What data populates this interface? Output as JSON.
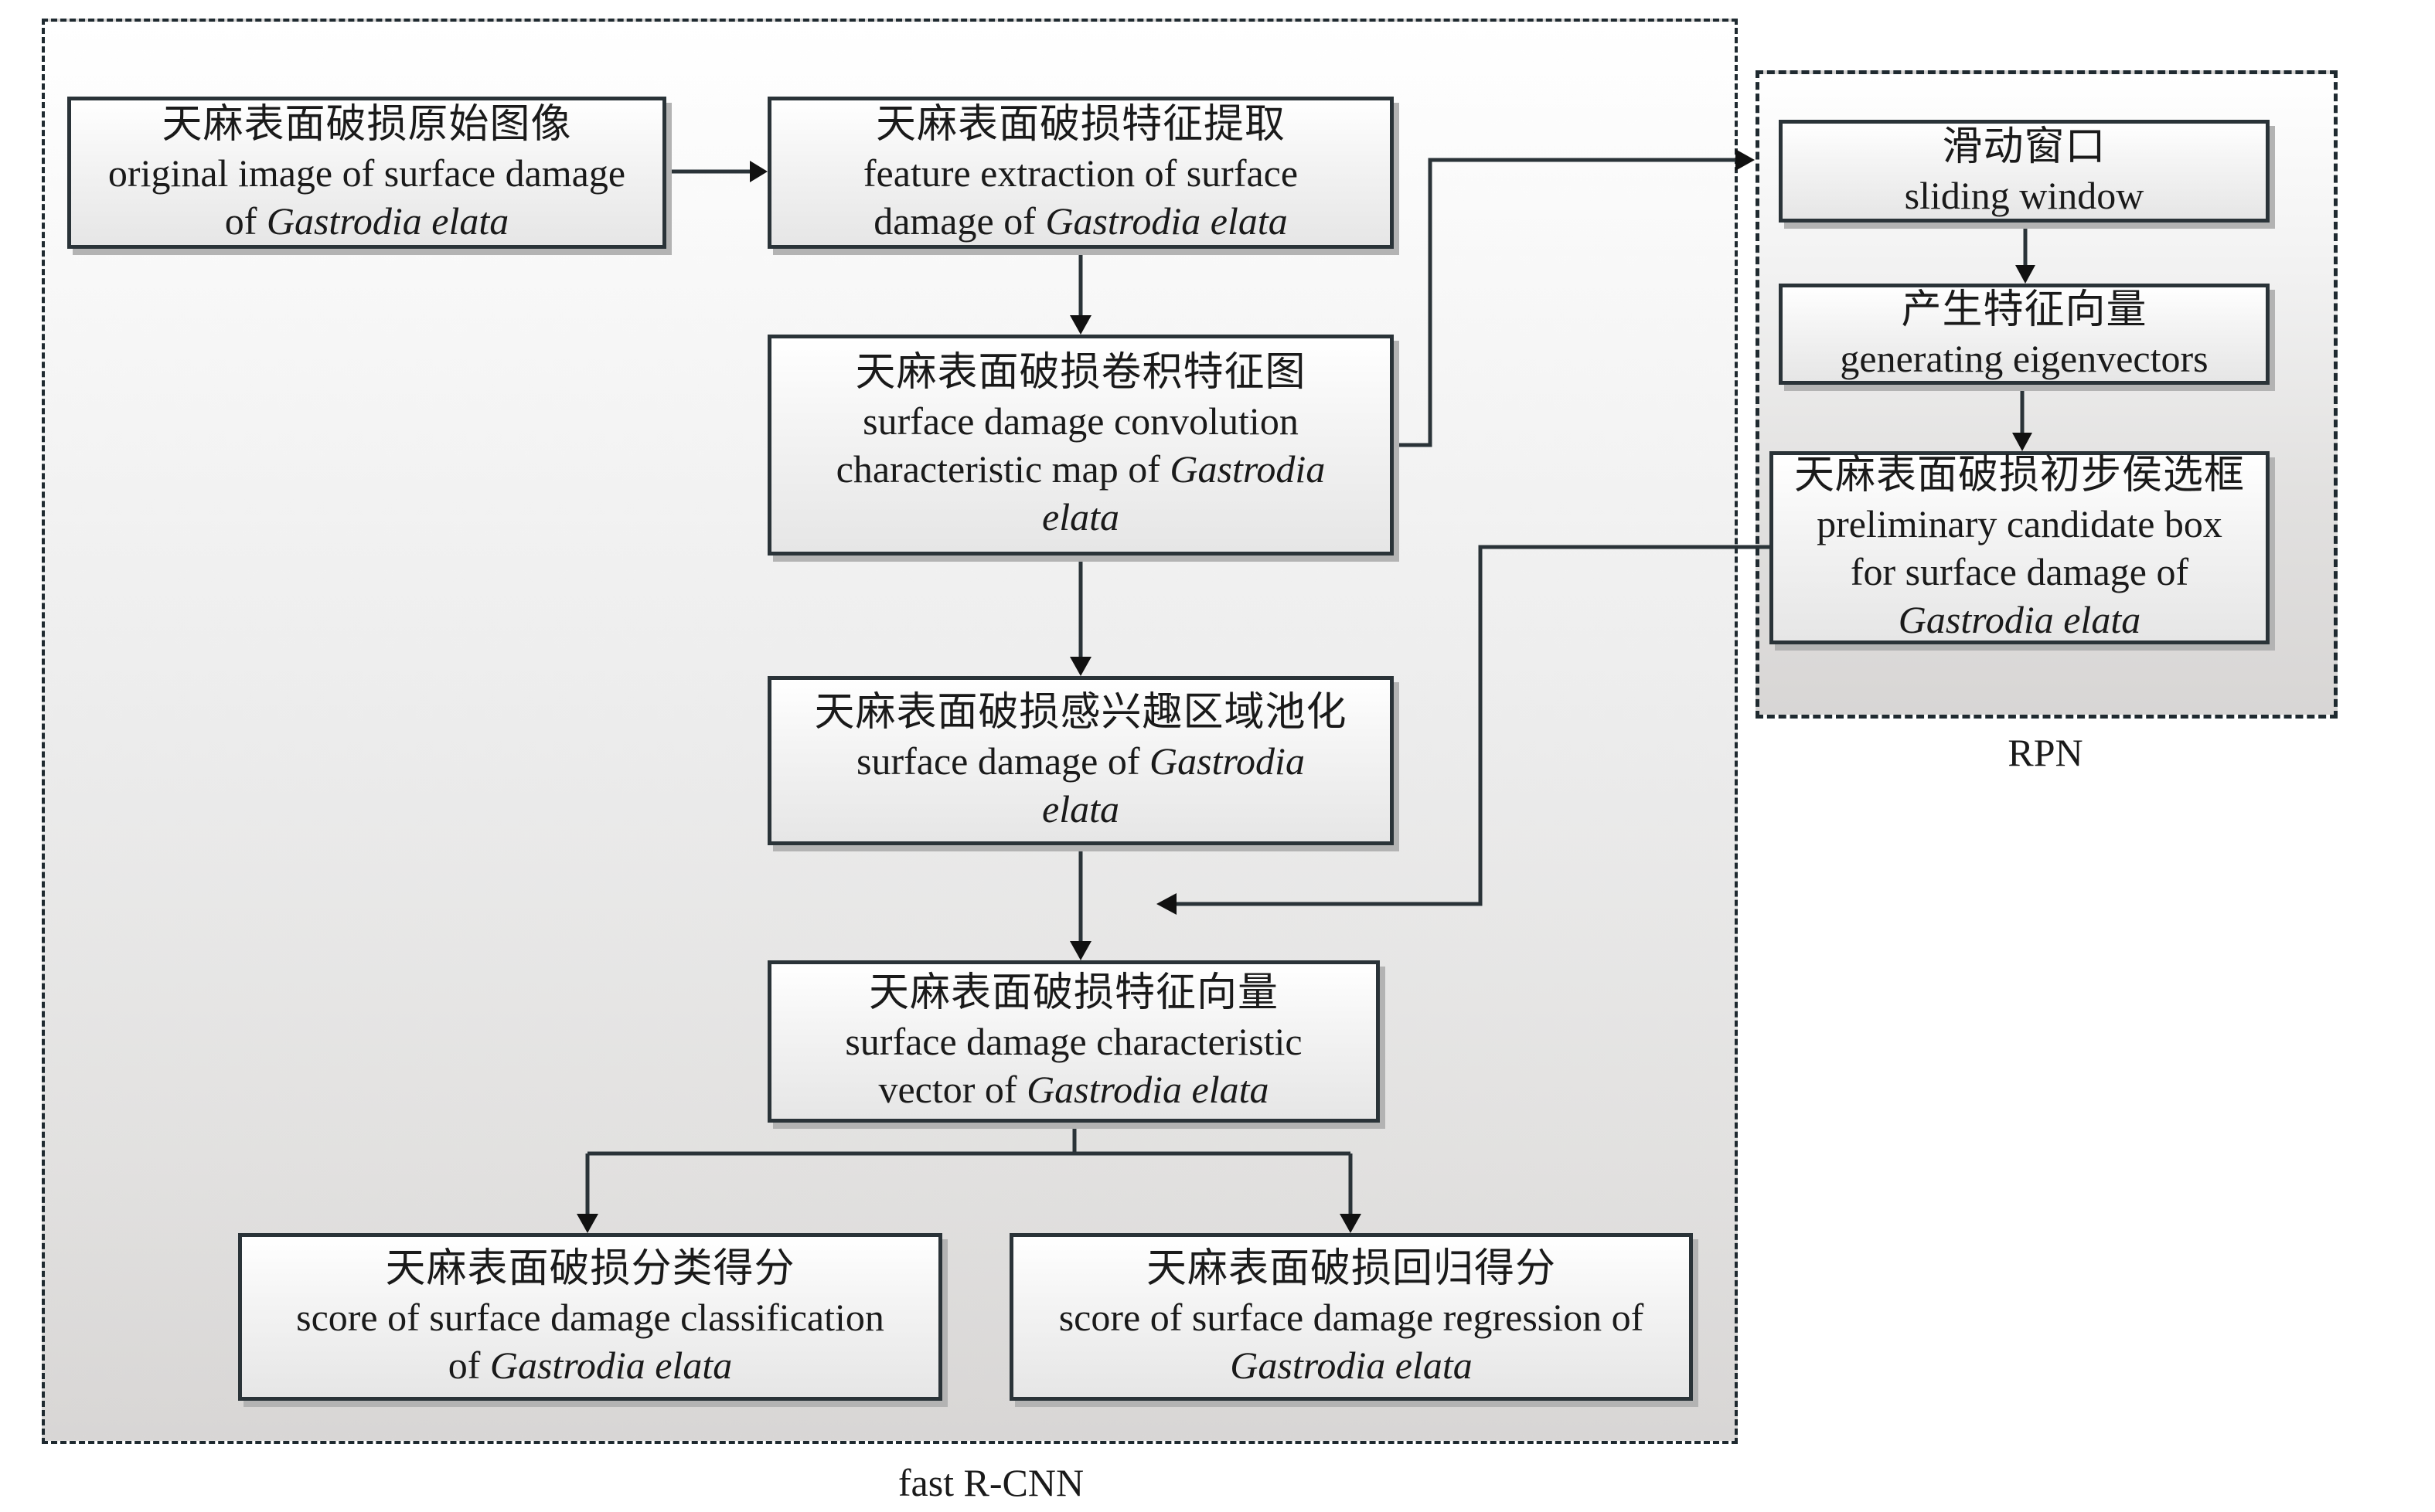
{
  "regions": {
    "fast_rcnn": {
      "label": "fast R-CNN"
    },
    "rpn": {
      "label": "RPN"
    }
  },
  "nodes": {
    "original_image": {
      "zh": "天麻表面破损原始图像",
      "en_lines": [
        [
          {
            "t": "original image of surface damage",
            "i": false
          }
        ],
        [
          {
            "t": "of ",
            "i": false
          },
          {
            "t": "Gastrodia elata",
            "i": true
          }
        ]
      ]
    },
    "feature_extraction": {
      "zh": "天麻表面破损特征提取",
      "en_lines": [
        [
          {
            "t": "feature extraction of surface",
            "i": false
          }
        ],
        [
          {
            "t": "damage of ",
            "i": false
          },
          {
            "t": "Gastrodia elata",
            "i": true
          }
        ]
      ]
    },
    "conv_map": {
      "zh": "天麻表面破损卷积特征图",
      "en_lines": [
        [
          {
            "t": "surface damage convolution",
            "i": false
          }
        ],
        [
          {
            "t": "characteristic map of ",
            "i": false
          },
          {
            "t": "Gastrodia",
            "i": true
          }
        ],
        [
          {
            "t": "elata",
            "i": true
          }
        ]
      ]
    },
    "roi_pooling": {
      "zh": "天麻表面破损感兴趣区域池化",
      "en_lines": [
        [
          {
            "t": "surface damage of ",
            "i": false
          },
          {
            "t": "Gastrodia",
            "i": true
          }
        ],
        [
          {
            "t": "elata",
            "i": true
          }
        ]
      ]
    },
    "feature_vector": {
      "zh": "天麻表面破损特征向量",
      "en_lines": [
        [
          {
            "t": "surface damage characteristic",
            "i": false
          }
        ],
        [
          {
            "t": "vector of ",
            "i": false
          },
          {
            "t": "Gastrodia elata",
            "i": true
          }
        ]
      ]
    },
    "classification_score": {
      "zh": "天麻表面破损分类得分",
      "en_lines": [
        [
          {
            "t": "score of surface damage classification",
            "i": false
          }
        ],
        [
          {
            "t": "of ",
            "i": false
          },
          {
            "t": "Gastrodia elata",
            "i": true
          }
        ]
      ]
    },
    "regression_score": {
      "zh": "天麻表面破损回归得分",
      "en_lines": [
        [
          {
            "t": "score of surface damage regression of",
            "i": false
          }
        ],
        [
          {
            "t": "Gastrodia elata",
            "i": true
          }
        ]
      ]
    },
    "sliding_window": {
      "zh": "滑动窗口",
      "en_lines": [
        [
          {
            "t": "sliding window",
            "i": false
          }
        ]
      ]
    },
    "eigenvectors": {
      "zh": "产生特征向量",
      "en_lines": [
        [
          {
            "t": "generating eigenvectors",
            "i": false
          }
        ]
      ]
    },
    "candidate_box": {
      "zh": "天麻表面破损初步侯选框",
      "en_lines": [
        [
          {
            "t": "preliminary candidate box",
            "i": false
          }
        ],
        [
          {
            "t": "for surface damage of",
            "i": false
          }
        ],
        [
          {
            "t": "Gastrodia elata",
            "i": true
          }
        ]
      ]
    }
  },
  "edges": [
    {
      "from": "original_image",
      "to": "feature_extraction"
    },
    {
      "from": "feature_extraction",
      "to": "conv_map"
    },
    {
      "from": "conv_map",
      "to": "roi_pooling"
    },
    {
      "from": "conv_map",
      "to": "sliding_window"
    },
    {
      "from": "sliding_window",
      "to": "eigenvectors"
    },
    {
      "from": "eigenvectors",
      "to": "candidate_box"
    },
    {
      "from": "candidate_box",
      "to": "roi_pooling_output"
    },
    {
      "from": "roi_pooling",
      "to": "feature_vector"
    },
    {
      "from": "feature_vector",
      "to": "classification_score"
    },
    {
      "from": "feature_vector",
      "to": "regression_score"
    }
  ]
}
